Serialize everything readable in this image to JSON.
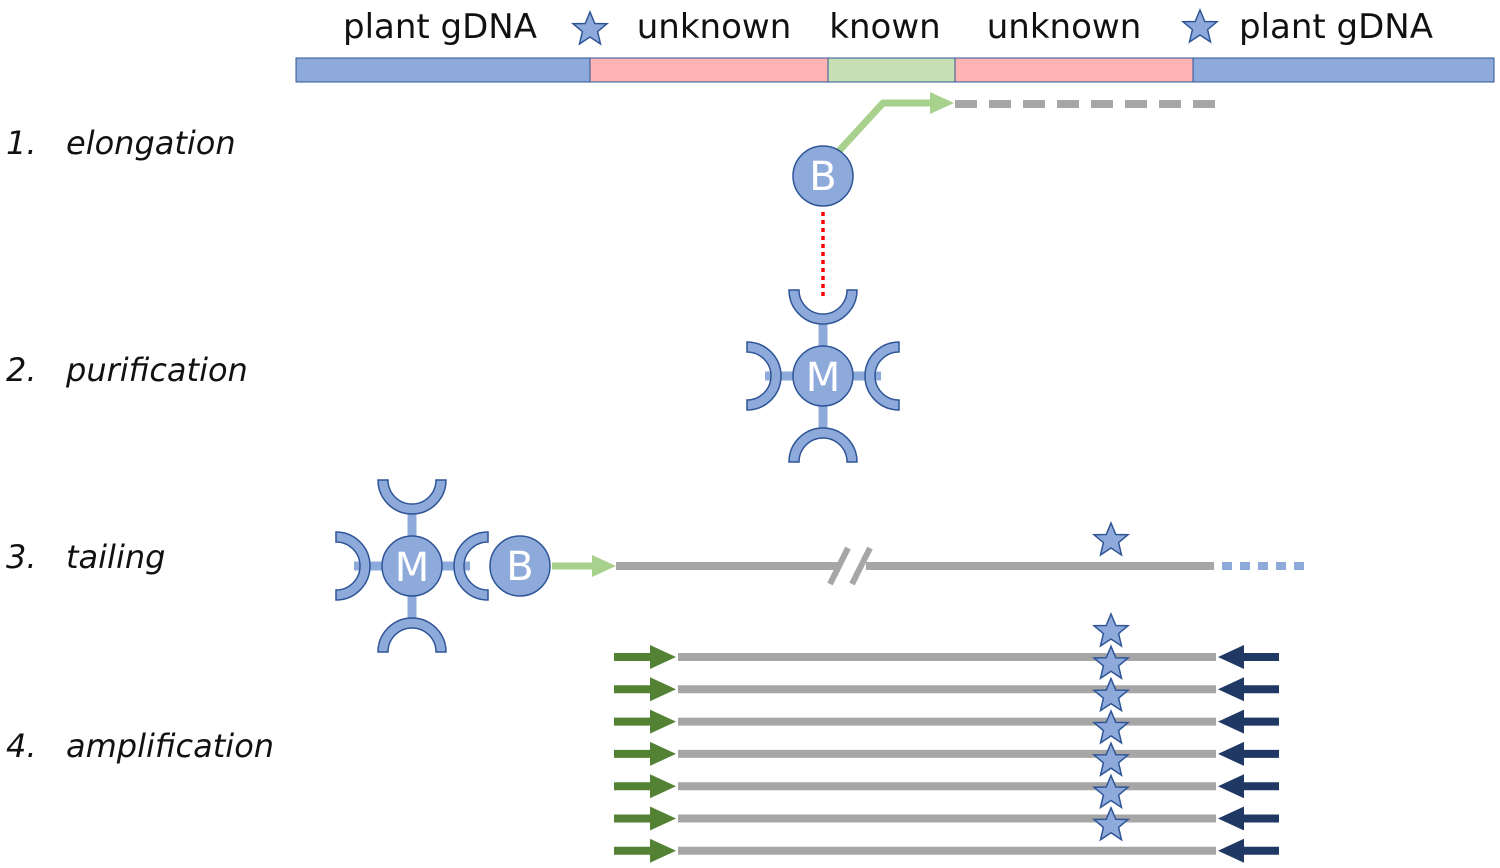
{
  "segment_labels": {
    "plant_left": "plant gDNA",
    "unknown_left": "unknown",
    "known": "known",
    "unknown_right": "unknown",
    "plant_right": "plant gDNA"
  },
  "steps": [
    {
      "number": "1.",
      "label": "elongation"
    },
    {
      "number": "2.",
      "label": "purification"
    },
    {
      "number": "3.",
      "label": "tailing"
    },
    {
      "number": "4.",
      "label": "amplification"
    }
  ],
  "beads": {
    "biotin_letter": "B",
    "magnetic_letter": "M"
  },
  "colors": {
    "plant_gdna": "#8eaadb",
    "unknown": "#ffb3b3",
    "known": "#c6e0b4",
    "bead_fill": "#8eaadb",
    "bead_stroke": "#2f5597",
    "primer_green_light": "#a9d18e",
    "strand_gray": "#a6a6a6",
    "link_red": "#ff0000",
    "forward_primer": "#548235",
    "reverse_primer": "#1f3864",
    "tail_blue": "#8eaadb"
  },
  "icons": {
    "marker": "star-icon",
    "bead": "bead-icon",
    "arrow": "arrow-icon"
  },
  "amplification_strand_count": 7
}
